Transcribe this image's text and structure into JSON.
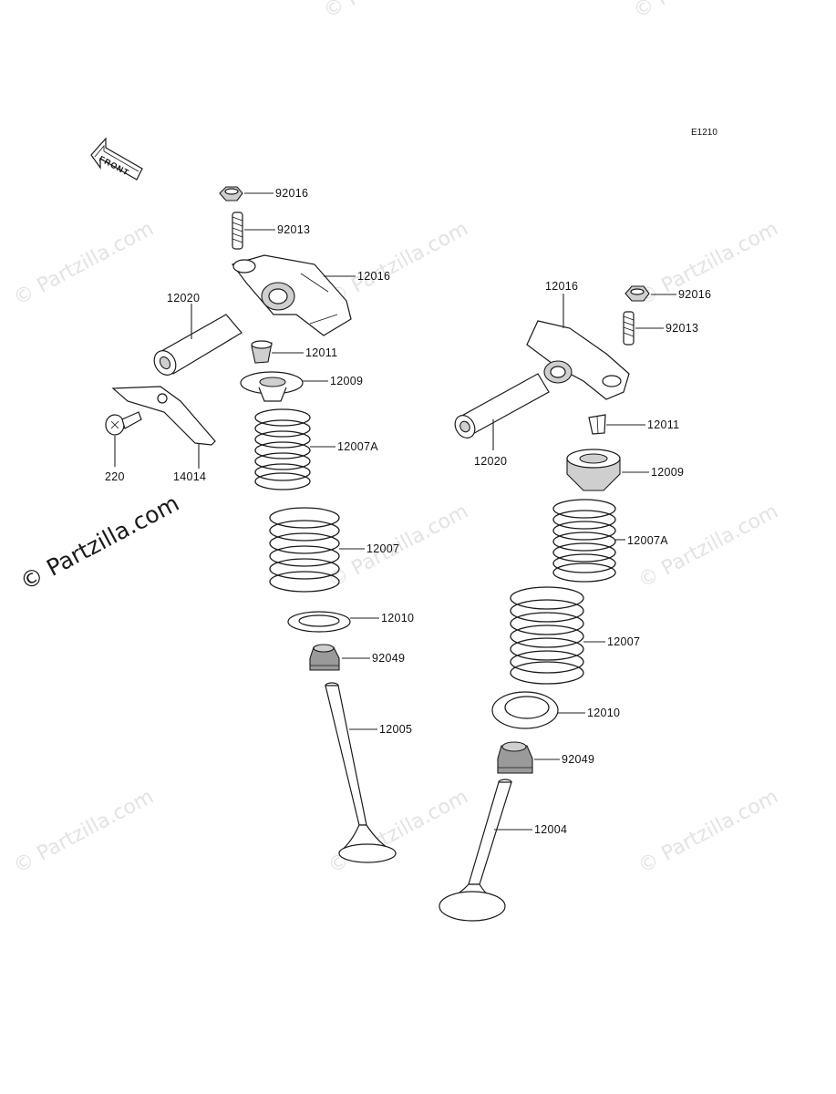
{
  "diagram": {
    "code": "E1210",
    "front_label": "FRONT",
    "watermark": "© Partzilla.com",
    "parts_left": [
      {
        "id": "p92016_l",
        "label": "92016"
      },
      {
        "id": "p92013_l",
        "label": "92013"
      },
      {
        "id": "p12016_l",
        "label": "12016"
      },
      {
        "id": "p12020_l",
        "label": "12020"
      },
      {
        "id": "p12011_l",
        "label": "12011"
      },
      {
        "id": "p12009_l",
        "label": "12009"
      },
      {
        "id": "p12007A_l",
        "label": "12007A"
      },
      {
        "id": "p220",
        "label": "220"
      },
      {
        "id": "p14014",
        "label": "14014"
      },
      {
        "id": "p12007_l",
        "label": "12007"
      },
      {
        "id": "p12010_l",
        "label": "12010"
      },
      {
        "id": "p92049_l",
        "label": "92049"
      },
      {
        "id": "p12005",
        "label": "12005"
      }
    ],
    "parts_right": [
      {
        "id": "p12016_r",
        "label": "12016"
      },
      {
        "id": "p92016_r",
        "label": "92016"
      },
      {
        "id": "p92013_r",
        "label": "92013"
      },
      {
        "id": "p12011_r",
        "label": "12011"
      },
      {
        "id": "p12020_r",
        "label": "12020"
      },
      {
        "id": "p12009_r",
        "label": "12009"
      },
      {
        "id": "p12007A_r",
        "label": "12007A"
      },
      {
        "id": "p12007_r",
        "label": "12007"
      },
      {
        "id": "p12010_r",
        "label": "12010"
      },
      {
        "id": "p92049_r",
        "label": "92049"
      },
      {
        "id": "p12004",
        "label": "12004"
      }
    ]
  }
}
